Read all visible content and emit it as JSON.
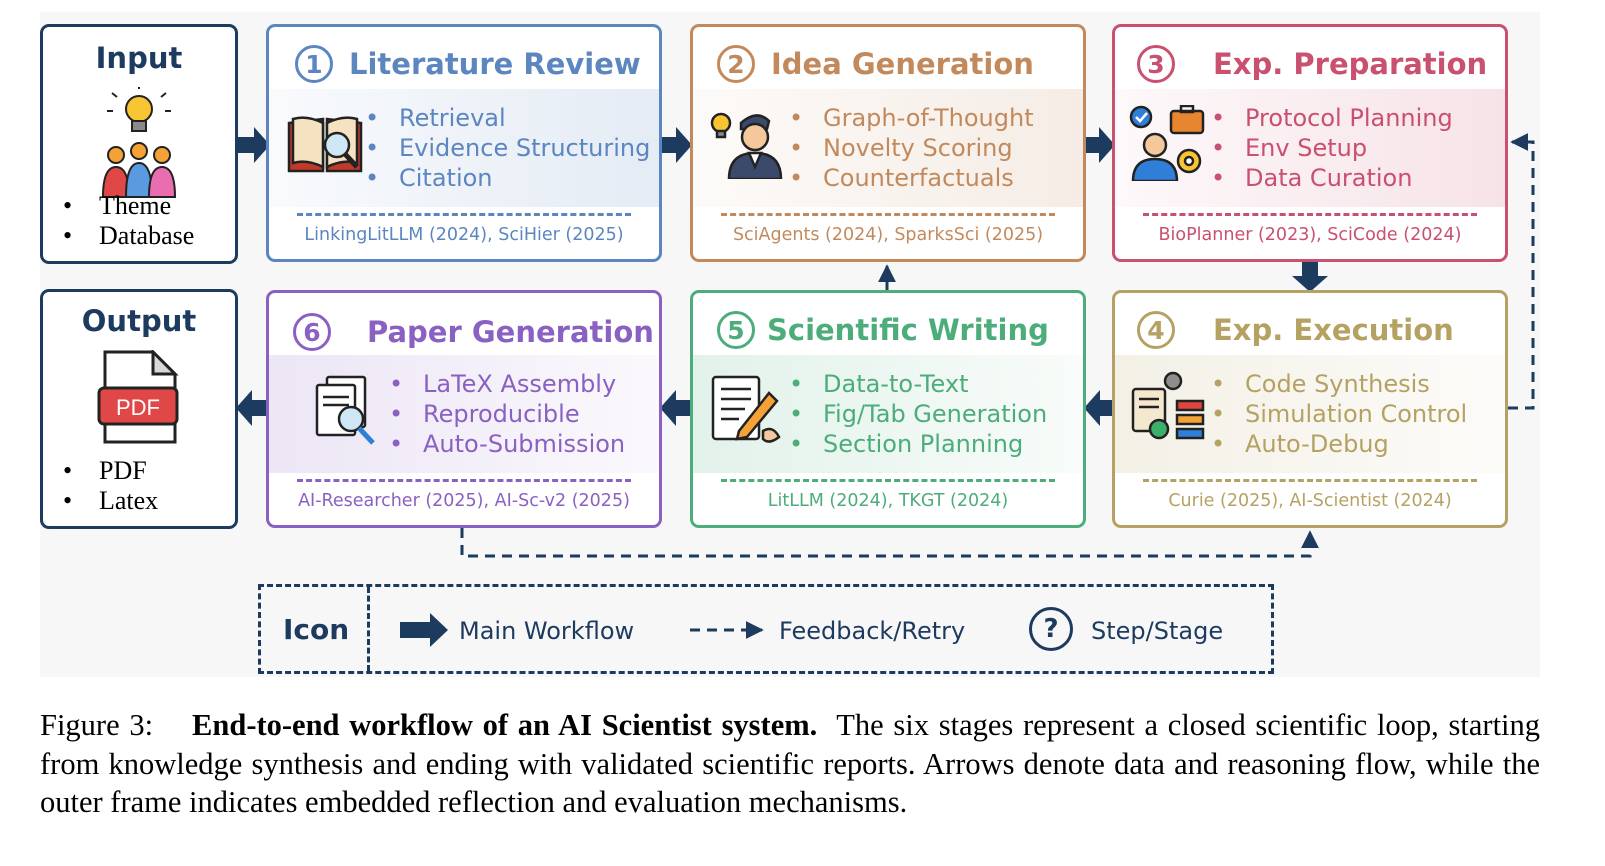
{
  "input": {
    "title": "Input",
    "items": [
      "Theme",
      "Database"
    ],
    "icon": "lightbulb-team-icon"
  },
  "output": {
    "title": "Output",
    "items": [
      "PDF",
      "Latex"
    ],
    "icon": "pdf-file-icon",
    "pdf_label": "PDF"
  },
  "stages": [
    {
      "num": "1",
      "title": "Literature Review",
      "items": [
        "Retrieval",
        "Evidence Structuring",
        "Citation"
      ],
      "refs": "LinkingLitLLM (2024), SciHier (2025)",
      "color": "#5b86bf",
      "icon": "open-book-magnifier-icon"
    },
    {
      "num": "2",
      "title": "Idea Generation",
      "items": [
        "Graph-of-Thought",
        "Novelty Scoring",
        "Counterfactuals"
      ],
      "refs": "SciAgents (2024), SparksSci (2025)",
      "color": "#c28a5c",
      "icon": "person-lightbulb-icon"
    },
    {
      "num": "3",
      "title": "Exp. Preparation",
      "items": [
        "Protocol Planning",
        "Env Setup",
        "Data Curation"
      ],
      "refs": "BioPlanner (2023), SciCode (2024)",
      "color": "#c9506e",
      "icon": "person-briefcase-gear-icon"
    },
    {
      "num": "4",
      "title": "Exp. Execution",
      "items": [
        "Code Synthesis",
        "Simulation Control",
        "Auto-Debug"
      ],
      "refs": "Curie (2025), AI-Scientist (2024)",
      "color": "#b5a263",
      "icon": "gear-flowchart-icon"
    },
    {
      "num": "5",
      "title": "Scientific Writing",
      "items": [
        "Data-to-Text",
        "Fig/Tab Generation",
        "Section Planning"
      ],
      "refs": "LitLLM (2024), TKGT (2024)",
      "color": "#4cad7b",
      "icon": "document-pen-icon"
    },
    {
      "num": "6",
      "title": "Paper Generation",
      "items": [
        "LaTeX Assembly",
        "Reproducible",
        "Auto-Submission"
      ],
      "refs": "AI-Researcher (2025), AI-Sc-v2 (2025)",
      "color": "#8a60c2",
      "icon": "papers-magnifier-icon"
    }
  ],
  "legend": {
    "title": "Icon",
    "main_workflow": "Main Workflow",
    "feedback": "Feedback/Retry",
    "step": "Step/Stage",
    "step_glyph": "?",
    "color": "#1d3a5f"
  },
  "caption": {
    "label": "Figure 3:",
    "bold": "End-to-end workflow of an AI Scientist system.",
    "text": "The six stages represent a closed scientific loop, starting from knowledge synthesis and ending with validated scientific reports. Arrows denote data and reasoning flow, while the outer frame indicates embedded reflection and evaluation mechanisms."
  }
}
